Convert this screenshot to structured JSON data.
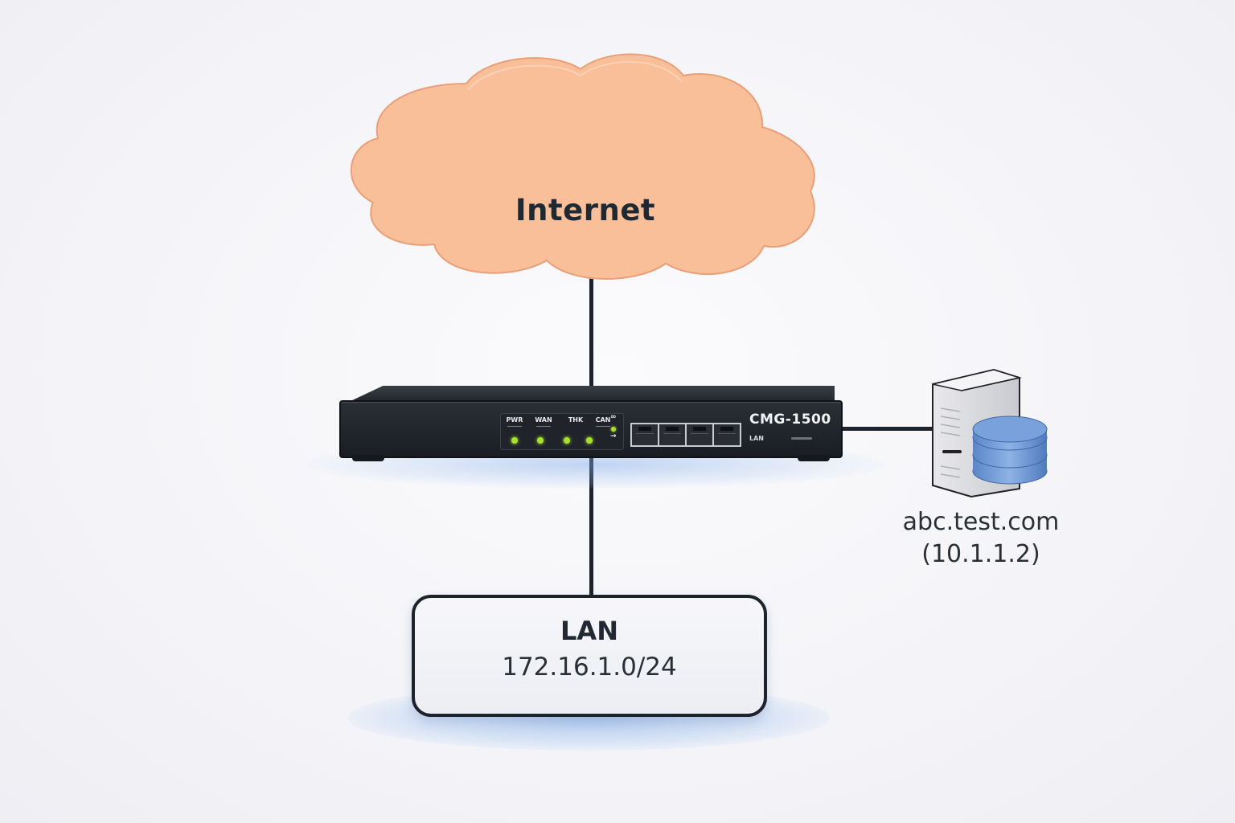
{
  "diagram": {
    "type": "network-topology",
    "nodes": {
      "internet": {
        "label": "Internet",
        "shape": "cloud",
        "fill": "#f8bf98",
        "stroke": "#e9a07a"
      },
      "router": {
        "model": "CMG-1500",
        "port_group_label": "LAN",
        "leds": [
          {
            "label": "PWR",
            "status": "on",
            "color": "#a6e22b"
          },
          {
            "label": "WAN",
            "status": "on",
            "color": "#a6e22b"
          },
          {
            "label": "THK",
            "status": "on",
            "color": "#a6e22b"
          },
          {
            "label": "CAN",
            "status": "on",
            "color": "#a6e22b"
          }
        ],
        "aux_indicator": {
          "symbol": "∞",
          "arrow": "→",
          "color": "#a6e22b"
        },
        "port_count": 4
      },
      "server": {
        "name": "abc.test.com",
        "ip": "(10.1.1.2)",
        "icon": "server-database-icon",
        "db_color": "#6e9ad6"
      },
      "lan": {
        "title": "LAN",
        "subnet": "172.16.1.0/24"
      }
    },
    "links": [
      {
        "from": "internet",
        "to": "router"
      },
      {
        "from": "router",
        "to": "lan"
      },
      {
        "from": "router",
        "to": "server"
      }
    ]
  }
}
